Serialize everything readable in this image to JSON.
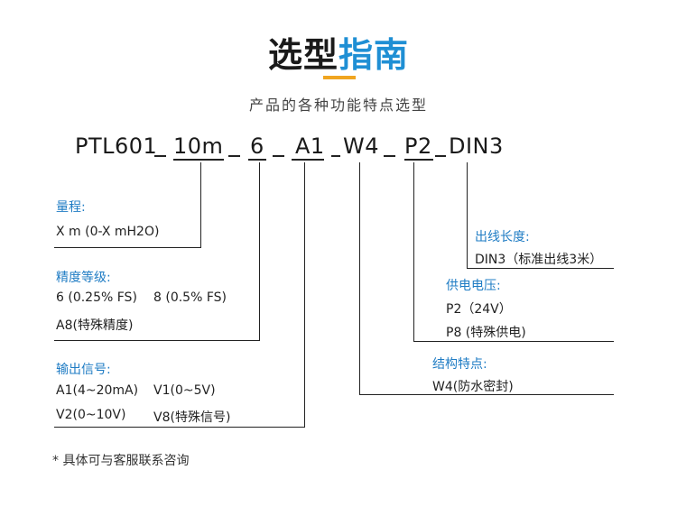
{
  "header": {
    "title_black": "选型",
    "title_blue": "指南",
    "subtitle": "产品的各种功能特点选型"
  },
  "model_code": {
    "p0": "PTL601",
    "p1": "10m",
    "p2": "6",
    "p3": "A1",
    "p4": "W4",
    "p5": "P2",
    "p6": "DIN3"
  },
  "sections": {
    "range": {
      "label": "量程:",
      "line1": "X  m (0-X mH2O)"
    },
    "accuracy": {
      "label": "精度等级:",
      "line1a": "6 (0.25% FS)",
      "line1b": "8 (0.5% FS)",
      "line2": "A8(特殊精度)"
    },
    "output": {
      "label": "输出信号:",
      "line1a": "A1(4~20mA)",
      "line1b": "V1(0~5V)",
      "line2a": "V2(0~10V)",
      "line2b": "V8(特殊信号)"
    },
    "cable": {
      "label": "出线长度:",
      "line1": "DIN3（标准出线3米）"
    },
    "power": {
      "label": "供电电压:",
      "line1": "P2（24V）",
      "line2": "P8 (特殊供电)"
    },
    "structure": {
      "label": "结构特点:",
      "line1": "W4(防水密封)"
    }
  },
  "footnote": "* 具体可与客服联系咨询"
}
